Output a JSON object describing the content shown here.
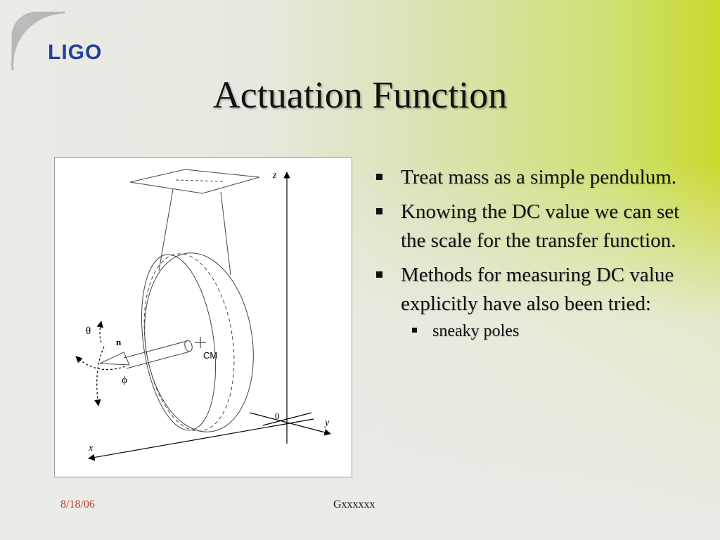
{
  "logo": {
    "text": "LIGO"
  },
  "title": "Actuation Function",
  "figure": {
    "labels": {
      "z": "z",
      "y": "y",
      "x": "x",
      "origin": "0",
      "n": "n",
      "cm": "CM",
      "theta": "θ",
      "phi": "ϕ"
    }
  },
  "bullets": [
    "Treat mass as a simple pendulum.",
    "Knowing the DC value we can set the scale for the transfer function.",
    "Methods for measuring DC value explicitly have also been tried:"
  ],
  "sub_bullets": [
    "sneaky poles"
  ],
  "footer": {
    "date": "8/18/06",
    "code": "Gxxxxxx"
  }
}
